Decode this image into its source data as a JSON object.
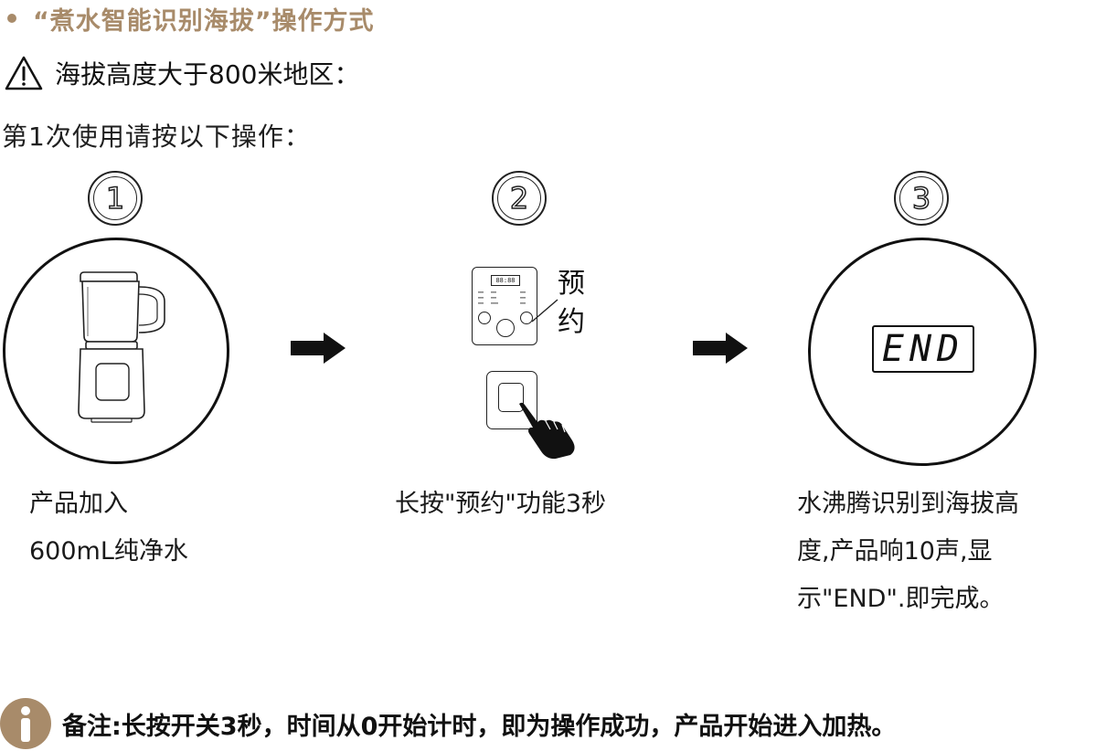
{
  "header": {
    "title": "“煮水智能识别海拔”操作方式"
  },
  "warning": {
    "icon": "warning-triangle-icon",
    "text": "海拔高度大于800米地区："
  },
  "intro": "第1次使用请按以下操作：",
  "steps": [
    {
      "number": "1",
      "caption_lines": [
        "产品加入",
        "600mL纯净水"
      ]
    },
    {
      "number": "2",
      "caption_lines": [
        "长按\"预约\"功能3秒"
      ],
      "label": "预约"
    },
    {
      "number": "3",
      "caption_lines": [
        "水沸腾识别到海拔高",
        "度,产品响10声,显",
        "示\"END\".即完成。"
      ],
      "display": "END"
    }
  ],
  "panel": {
    "display": "88:88"
  },
  "note": {
    "icon": "info-icon",
    "text": "备注:长按开关3秒，时间从0开始计时，即为操作成功，产品开始进入加热。"
  },
  "colors": {
    "accent": "#a88b6a",
    "text": "#1a1a1a"
  }
}
